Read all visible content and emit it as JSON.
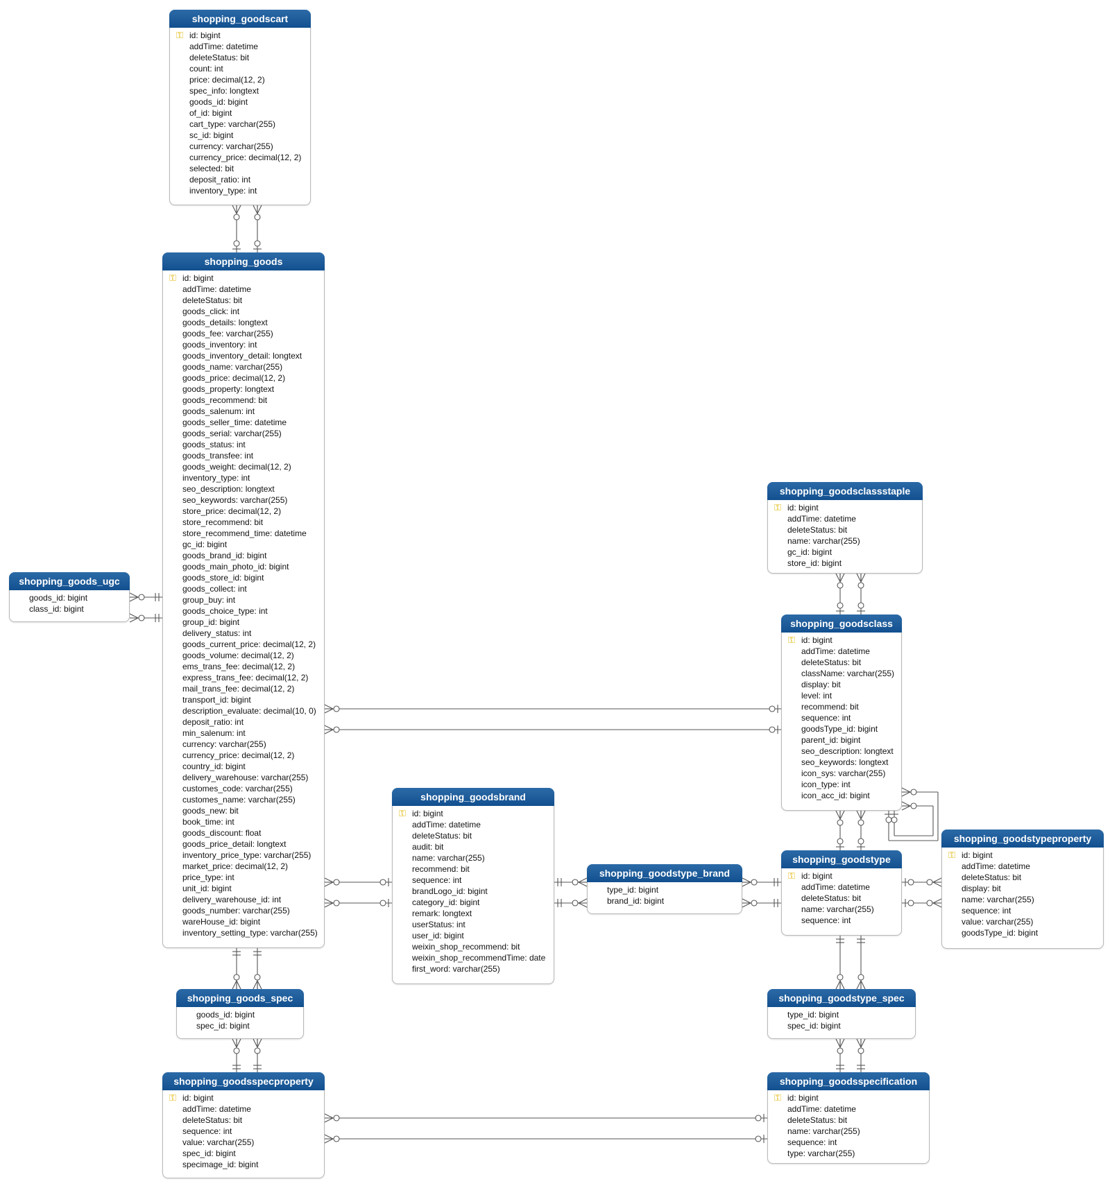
{
  "colors": {
    "header": "#1a5a99",
    "line": "#555555",
    "key": "#e0b400"
  },
  "entities": {
    "goodscart": {
      "name": "shopping_goodscart",
      "attributes": [
        {
          "text": "id: bigint",
          "pk": true
        },
        {
          "text": "addTime: datetime"
        },
        {
          "text": "deleteStatus: bit"
        },
        {
          "text": "count: int"
        },
        {
          "text": "price: decimal(12, 2)"
        },
        {
          "text": "spec_info: longtext"
        },
        {
          "text": "goods_id: bigint"
        },
        {
          "text": "of_id: bigint"
        },
        {
          "text": "cart_type: varchar(255)"
        },
        {
          "text": "sc_id: bigint"
        },
        {
          "text": "currency: varchar(255)"
        },
        {
          "text": "currency_price: decimal(12, 2)"
        },
        {
          "text": "selected: bit"
        },
        {
          "text": "deposit_ratio: int"
        },
        {
          "text": "inventory_type: int"
        }
      ]
    },
    "goods": {
      "name": "shopping_goods",
      "attributes": [
        {
          "text": "id: bigint",
          "pk": true
        },
        {
          "text": "addTime: datetime"
        },
        {
          "text": "deleteStatus: bit"
        },
        {
          "text": "goods_click: int"
        },
        {
          "text": "goods_details: longtext"
        },
        {
          "text": "goods_fee: varchar(255)"
        },
        {
          "text": "goods_inventory: int"
        },
        {
          "text": "goods_inventory_detail: longtext"
        },
        {
          "text": "goods_name: varchar(255)"
        },
        {
          "text": "goods_price: decimal(12, 2)"
        },
        {
          "text": "goods_property: longtext"
        },
        {
          "text": "goods_recommend: bit"
        },
        {
          "text": "goods_salenum: int"
        },
        {
          "text": "goods_seller_time: datetime"
        },
        {
          "text": "goods_serial: varchar(255)"
        },
        {
          "text": "goods_status: int"
        },
        {
          "text": "goods_transfee: int"
        },
        {
          "text": "goods_weight: decimal(12, 2)"
        },
        {
          "text": "inventory_type: int"
        },
        {
          "text": "seo_description: longtext"
        },
        {
          "text": "seo_keywords: varchar(255)"
        },
        {
          "text": "store_price: decimal(12, 2)"
        },
        {
          "text": "store_recommend: bit"
        },
        {
          "text": "store_recommend_time: datetime"
        },
        {
          "text": "gc_id: bigint"
        },
        {
          "text": "goods_brand_id: bigint"
        },
        {
          "text": "goods_main_photo_id: bigint"
        },
        {
          "text": "goods_store_id: bigint"
        },
        {
          "text": "goods_collect: int"
        },
        {
          "text": "group_buy: int"
        },
        {
          "text": "goods_choice_type: int"
        },
        {
          "text": "group_id: bigint"
        },
        {
          "text": "delivery_status: int"
        },
        {
          "text": "goods_current_price: decimal(12, 2)"
        },
        {
          "text": "goods_volume: decimal(12, 2)"
        },
        {
          "text": "ems_trans_fee: decimal(12, 2)"
        },
        {
          "text": "express_trans_fee: decimal(12, 2)"
        },
        {
          "text": "mail_trans_fee: decimal(12, 2)"
        },
        {
          "text": "transport_id: bigint"
        },
        {
          "text": "description_evaluate: decimal(10, 0)"
        },
        {
          "text": "deposit_ratio: int"
        },
        {
          "text": "min_salenum: int"
        },
        {
          "text": "currency: varchar(255)"
        },
        {
          "text": "currency_price: decimal(12, 2)"
        },
        {
          "text": "country_id: bigint"
        },
        {
          "text": "delivery_warehouse: varchar(255)"
        },
        {
          "text": "customes_code: varchar(255)"
        },
        {
          "text": "customes_name: varchar(255)"
        },
        {
          "text": "goods_new: bit"
        },
        {
          "text": "book_time: int"
        },
        {
          "text": "goods_discount: float"
        },
        {
          "text": "goods_price_detail: longtext"
        },
        {
          "text": "inventory_price_type: varchar(255)"
        },
        {
          "text": "market_price: decimal(12, 2)"
        },
        {
          "text": "price_type: int"
        },
        {
          "text": "unit_id: bigint"
        },
        {
          "text": "delivery_warehouse_id: int"
        },
        {
          "text": "goods_number: varchar(255)"
        },
        {
          "text": "wareHouse_id: bigint"
        },
        {
          "text": "inventory_setting_type: varchar(255)"
        }
      ]
    },
    "goods_ugc": {
      "name": "shopping_goods_ugc",
      "attributes": [
        {
          "text": "goods_id: bigint"
        },
        {
          "text": "class_id: bigint"
        }
      ]
    },
    "goodsclassstaple": {
      "name": "shopping_goodsclassstaple",
      "attributes": [
        {
          "text": "id: bigint",
          "pk": true
        },
        {
          "text": "addTime: datetime"
        },
        {
          "text": "deleteStatus: bit"
        },
        {
          "text": "name: varchar(255)"
        },
        {
          "text": "gc_id: bigint"
        },
        {
          "text": "store_id: bigint"
        }
      ]
    },
    "goodsclass": {
      "name": "shopping_goodsclass",
      "attributes": [
        {
          "text": "id: bigint",
          "pk": true
        },
        {
          "text": "addTime: datetime"
        },
        {
          "text": "deleteStatus: bit"
        },
        {
          "text": "className: varchar(255)"
        },
        {
          "text": "display: bit"
        },
        {
          "text": "level: int"
        },
        {
          "text": "recommend: bit"
        },
        {
          "text": "sequence: int"
        },
        {
          "text": "goodsType_id: bigint"
        },
        {
          "text": "parent_id: bigint"
        },
        {
          "text": "seo_description: longtext"
        },
        {
          "text": "seo_keywords: longtext"
        },
        {
          "text": "icon_sys: varchar(255)"
        },
        {
          "text": "icon_type: int"
        },
        {
          "text": "icon_acc_id: bigint"
        }
      ]
    },
    "goodsbrand": {
      "name": "shopping_goodsbrand",
      "attributes": [
        {
          "text": "id: bigint",
          "pk": true
        },
        {
          "text": "addTime: datetime"
        },
        {
          "text": "deleteStatus: bit"
        },
        {
          "text": "audit: bit"
        },
        {
          "text": "name: varchar(255)"
        },
        {
          "text": "recommend: bit"
        },
        {
          "text": "sequence: int"
        },
        {
          "text": "brandLogo_id: bigint"
        },
        {
          "text": "category_id: bigint"
        },
        {
          "text": "remark: longtext"
        },
        {
          "text": "userStatus: int"
        },
        {
          "text": "user_id: bigint"
        },
        {
          "text": "weixin_shop_recommend: bit"
        },
        {
          "text": "weixin_shop_recommendTime: date"
        },
        {
          "text": "first_word: varchar(255)"
        }
      ]
    },
    "goodstype_brand": {
      "name": "shopping_goodstype_brand",
      "attributes": [
        {
          "text": "type_id: bigint"
        },
        {
          "text": "brand_id: bigint"
        }
      ]
    },
    "goodstype": {
      "name": "shopping_goodstype",
      "attributes": [
        {
          "text": "id: bigint",
          "pk": true
        },
        {
          "text": "addTime: datetime"
        },
        {
          "text": "deleteStatus: bit"
        },
        {
          "text": "name: varchar(255)"
        },
        {
          "text": "sequence: int"
        }
      ]
    },
    "goodstypeproperty": {
      "name": "shopping_goodstypeproperty",
      "attributes": [
        {
          "text": "id: bigint",
          "pk": true
        },
        {
          "text": "addTime: datetime"
        },
        {
          "text": "deleteStatus: bit"
        },
        {
          "text": "display: bit"
        },
        {
          "text": "name: varchar(255)"
        },
        {
          "text": "sequence: int"
        },
        {
          "text": "value: varchar(255)"
        },
        {
          "text": "goodsType_id: bigint"
        }
      ]
    },
    "goods_spec": {
      "name": "shopping_goods_spec",
      "attributes": [
        {
          "text": "goods_id: bigint"
        },
        {
          "text": "spec_id: bigint"
        }
      ]
    },
    "goodstype_spec": {
      "name": "shopping_goodstype_spec",
      "attributes": [
        {
          "text": "type_id: bigint"
        },
        {
          "text": "spec_id: bigint"
        }
      ]
    },
    "goodsspecproperty": {
      "name": "shopping_goodsspecproperty",
      "attributes": [
        {
          "text": "id: bigint",
          "pk": true
        },
        {
          "text": "addTime: datetime"
        },
        {
          "text": "deleteStatus: bit"
        },
        {
          "text": "sequence: int"
        },
        {
          "text": "value: varchar(255)"
        },
        {
          "text": "spec_id: bigint"
        },
        {
          "text": "specimage_id: bigint"
        }
      ]
    },
    "goodsspecification": {
      "name": "shopping_goodsspecification",
      "attributes": [
        {
          "text": "id: bigint",
          "pk": true
        },
        {
          "text": "addTime: datetime"
        },
        {
          "text": "deleteStatus: bit"
        },
        {
          "text": "name: varchar(255)"
        },
        {
          "text": "sequence: int"
        },
        {
          "text": "type: varchar(255)"
        }
      ]
    }
  },
  "relationships": [
    {
      "from": "goodscart",
      "to": "goods",
      "from_end": "zero-or-many",
      "to_end": "zero-or-one"
    },
    {
      "from": "goodscart",
      "to": "goods",
      "from_end": "zero-or-many",
      "to_end": "zero-or-one"
    },
    {
      "from": "goods_ugc",
      "to": "goods",
      "from_end": "zero-or-many",
      "to_end": "exactly-one"
    },
    {
      "from": "goods_ugc",
      "to": "goods",
      "from_end": "zero-or-many",
      "to_end": "exactly-one"
    },
    {
      "from": "goods",
      "to": "goodsclass",
      "from_end": "zero-or-many",
      "to_end": "zero-or-one"
    },
    {
      "from": "goods",
      "to": "goodsclass",
      "from_end": "zero-or-many",
      "to_end": "zero-or-one"
    },
    {
      "from": "goods",
      "to": "goodsbrand",
      "from_end": "zero-or-many",
      "to_end": "zero-or-one"
    },
    {
      "from": "goods",
      "to": "goodsbrand",
      "from_end": "zero-or-many",
      "to_end": "zero-or-one"
    },
    {
      "from": "goods",
      "to": "goods_spec",
      "from_end": "exactly-one",
      "to_end": "zero-or-many"
    },
    {
      "from": "goods",
      "to": "goods_spec",
      "from_end": "exactly-one",
      "to_end": "zero-or-many"
    },
    {
      "from": "goods_spec",
      "to": "goodsspecproperty",
      "from_end": "zero-or-many",
      "to_end": "exactly-one"
    },
    {
      "from": "goods_spec",
      "to": "goodsspecproperty",
      "from_end": "zero-or-many",
      "to_end": "exactly-one"
    },
    {
      "from": "goodsspecproperty",
      "to": "goodsspecification",
      "from_end": "zero-or-many",
      "to_end": "zero-or-one"
    },
    {
      "from": "goodsspecproperty",
      "to": "goodsspecification",
      "from_end": "zero-or-many",
      "to_end": "zero-or-one"
    },
    {
      "from": "goodsclassstaple",
      "to": "goodsclass",
      "from_end": "zero-or-many",
      "to_end": "zero-or-one"
    },
    {
      "from": "goodsclassstaple",
      "to": "goodsclass",
      "from_end": "zero-or-many",
      "to_end": "zero-or-one"
    },
    {
      "from": "goodsclass",
      "to": "goodstype",
      "from_end": "zero-or-many",
      "to_end": "zero-or-one"
    },
    {
      "from": "goodsclass",
      "to": "goodstype",
      "from_end": "zero-or-many",
      "to_end": "zero-or-one"
    },
    {
      "from": "goodsclass",
      "to": "goodsclass",
      "from_end": "zero-or-many",
      "to_end": "zero-or-one"
    },
    {
      "from": "goodsclass",
      "to": "goodsclass",
      "from_end": "zero-or-many",
      "to_end": "zero-or-one"
    },
    {
      "from": "goodsbrand",
      "to": "goodstype_brand",
      "from_end": "exactly-one",
      "to_end": "zero-or-many"
    },
    {
      "from": "goodsbrand",
      "to": "goodstype_brand",
      "from_end": "exactly-one",
      "to_end": "zero-or-many"
    },
    {
      "from": "goodstype_brand",
      "to": "goodstype",
      "from_end": "zero-or-many",
      "to_end": "exactly-one"
    },
    {
      "from": "goodstype_brand",
      "to": "goodstype",
      "from_end": "zero-or-many",
      "to_end": "exactly-one"
    },
    {
      "from": "goodstype",
      "to": "goodstypeproperty",
      "from_end": "zero-or-one",
      "to_end": "zero-or-many"
    },
    {
      "from": "goodstype",
      "to": "goodstypeproperty",
      "from_end": "zero-or-one",
      "to_end": "zero-or-many"
    },
    {
      "from": "goodstype",
      "to": "goodstype_spec",
      "from_end": "exactly-one",
      "to_end": "zero-or-many"
    },
    {
      "from": "goodstype",
      "to": "goodstype_spec",
      "from_end": "exactly-one",
      "to_end": "zero-or-many"
    },
    {
      "from": "goodstype_spec",
      "to": "goodsspecification",
      "from_end": "zero-or-many",
      "to_end": "exactly-one"
    },
    {
      "from": "goodstype_spec",
      "to": "goodsspecification",
      "from_end": "zero-or-many",
      "to_end": "exactly-one"
    }
  ]
}
